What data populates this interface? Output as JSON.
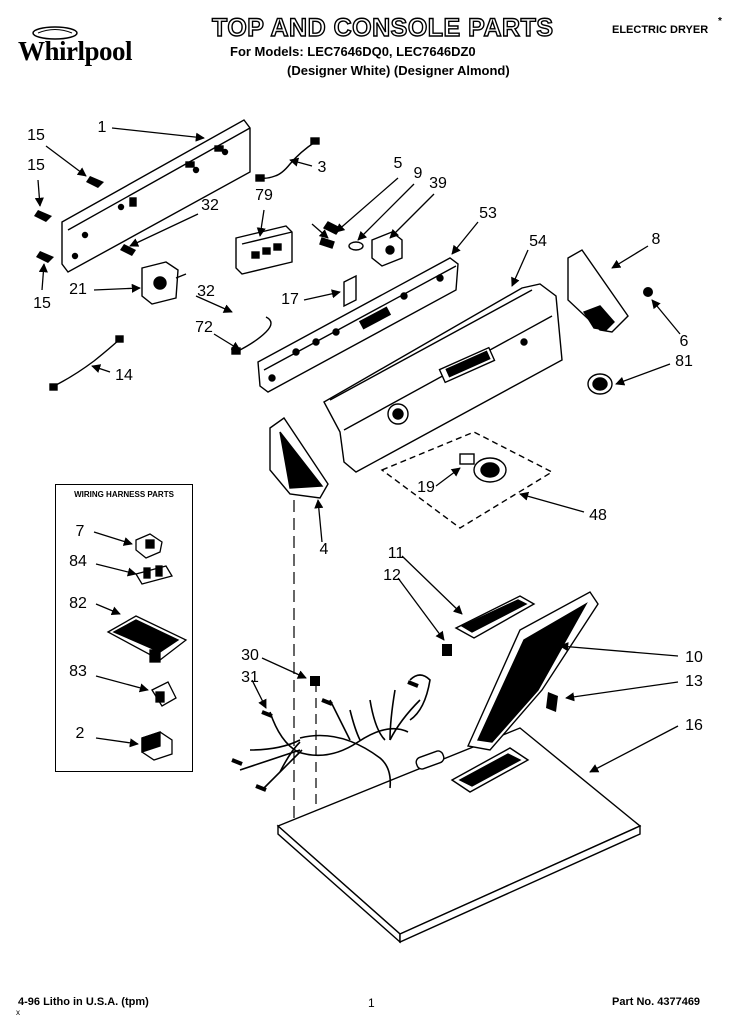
{
  "header": {
    "brand": "Whirlpool",
    "title": "TOP AND CONSOLE PARTS",
    "models": "For Models: LEC7646DQ0, LEC7646DZ0",
    "colors": "(Designer White) (Designer Almond)",
    "appliance": "ELECTRIC DRYER",
    "asterisk": "*"
  },
  "wiring_box": {
    "title": "WIRING HARNESS PARTS"
  },
  "callouts": [
    "1",
    "15",
    "15",
    "15",
    "3",
    "5",
    "9",
    "39",
    "79",
    "32",
    "53",
    "54",
    "8",
    "21",
    "32",
    "17",
    "6",
    "81",
    "72",
    "14",
    "19",
    "48",
    "4",
    "7",
    "84",
    "82",
    "83",
    "2",
    "11",
    "12",
    "30",
    "31",
    "10",
    "13",
    "16"
  ],
  "footer": {
    "litho": "4-96 Litho in U.S.A. (tpm)",
    "mark": "x",
    "page": "1",
    "part_no": "Part No. 4377469"
  }
}
